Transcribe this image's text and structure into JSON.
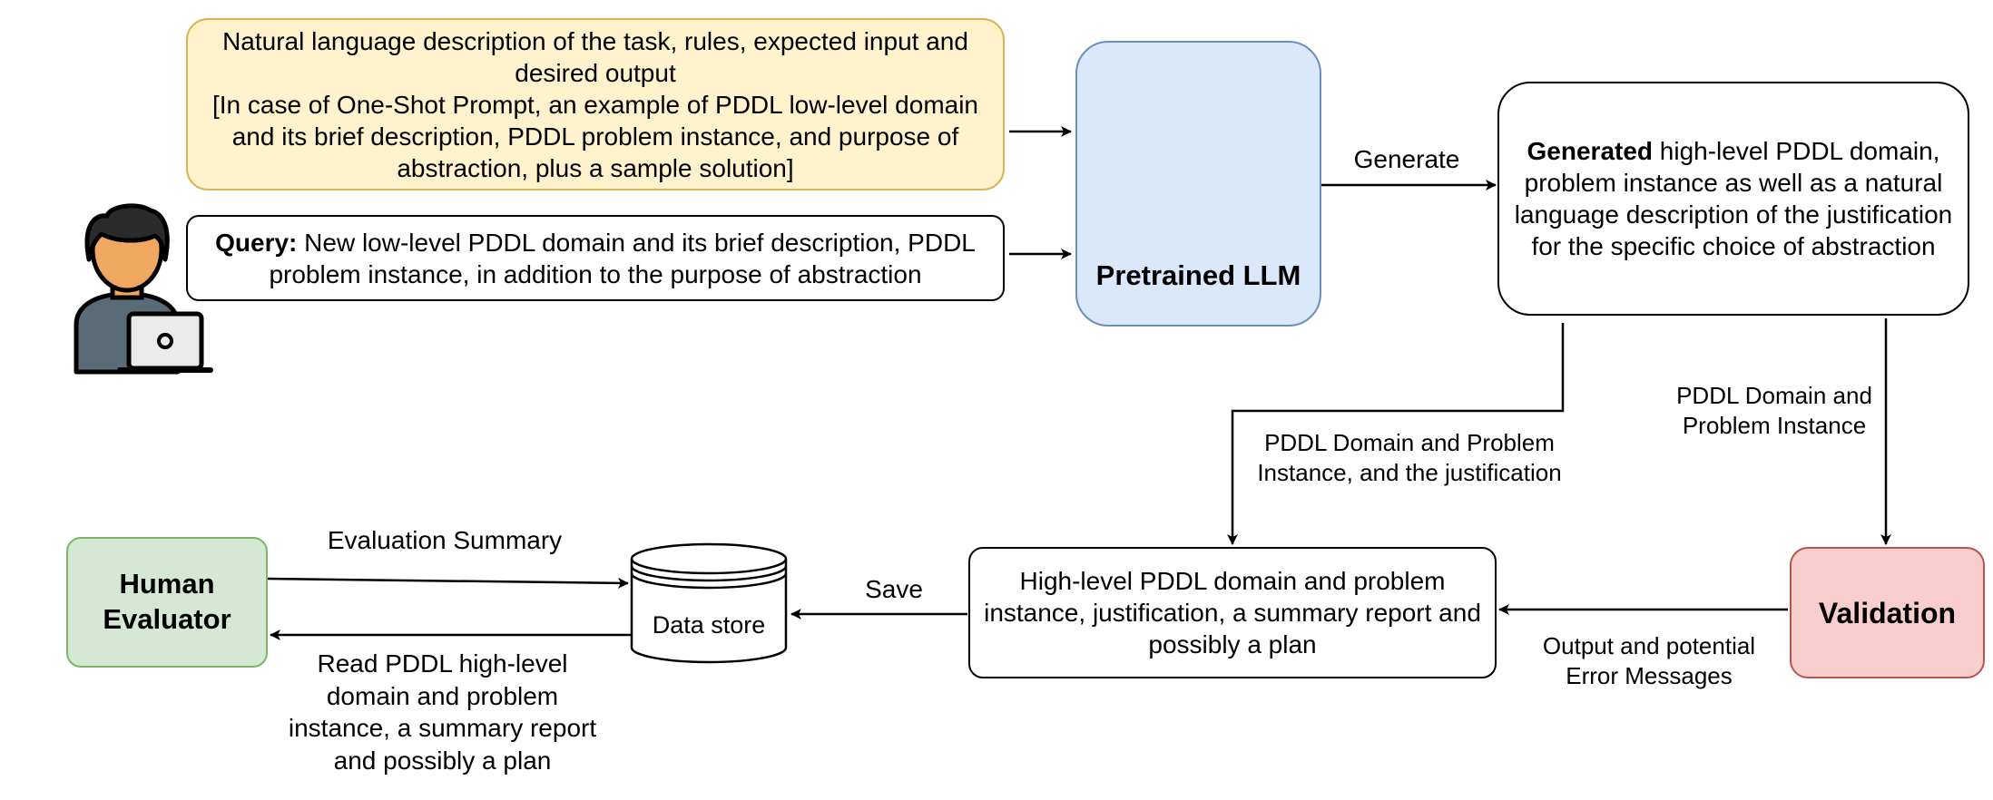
{
  "nodes": {
    "prompt": {
      "lines": [
        "Natural language description of the task, rules, expected input and",
        "desired output",
        "[In case of One-Shot Prompt, an example of PDDL low-level domain",
        "and its brief description, PDDL problem instance, and purpose of",
        "abstraction, plus a sample solution]"
      ]
    },
    "query": {
      "bold": "Query:",
      "rest": " New low-level PDDL domain and its brief description, PDDL",
      "line2": "problem instance, in addition to the purpose of abstraction"
    },
    "llm": {
      "label": "Pretrained LLM"
    },
    "generated": {
      "bold": "Generated",
      "rest": " high-level PDDL domain,",
      "lines": [
        "problem instance as well as a natural",
        "language description of the justification",
        "for the specific choice of abstraction"
      ]
    },
    "validation": {
      "label": "Validation"
    },
    "highlevel": {
      "lines": [
        "High-level PDDL domain and problem",
        "instance, justification, a summary report and",
        "possibly a plan"
      ]
    },
    "datastore": {
      "label": "Data store"
    },
    "evaluator": {
      "lines": [
        "Human",
        "Evaluator"
      ]
    }
  },
  "edges": {
    "generate": "Generate",
    "pddl_justification": [
      "PDDL Domain and Problem",
      "Instance, and the justification"
    ],
    "pddl_domain": [
      "PDDL Domain and",
      "Problem Instance"
    ],
    "output_errors": [
      "Output and potential",
      "Error Messages"
    ],
    "save": "Save",
    "eval_summary": "Evaluation Summary",
    "read_pddl": [
      "Read PDDL high-level",
      "domain and problem",
      "instance, a summary report",
      "and possibly a plan"
    ]
  },
  "colors": {
    "prompt_fill": "#fff2cc",
    "prompt_stroke": "#d6b656",
    "llm_fill": "#dae8fc",
    "llm_stroke": "#6c8ebf",
    "validation_fill": "#f8cecc",
    "validation_stroke": "#b85450",
    "evaluator_fill": "#d5e8d4",
    "evaluator_stroke": "#82b366",
    "person_skin": "#f0a860",
    "person_hair": "#2b2b2b",
    "person_shirt": "#5a6b78"
  }
}
